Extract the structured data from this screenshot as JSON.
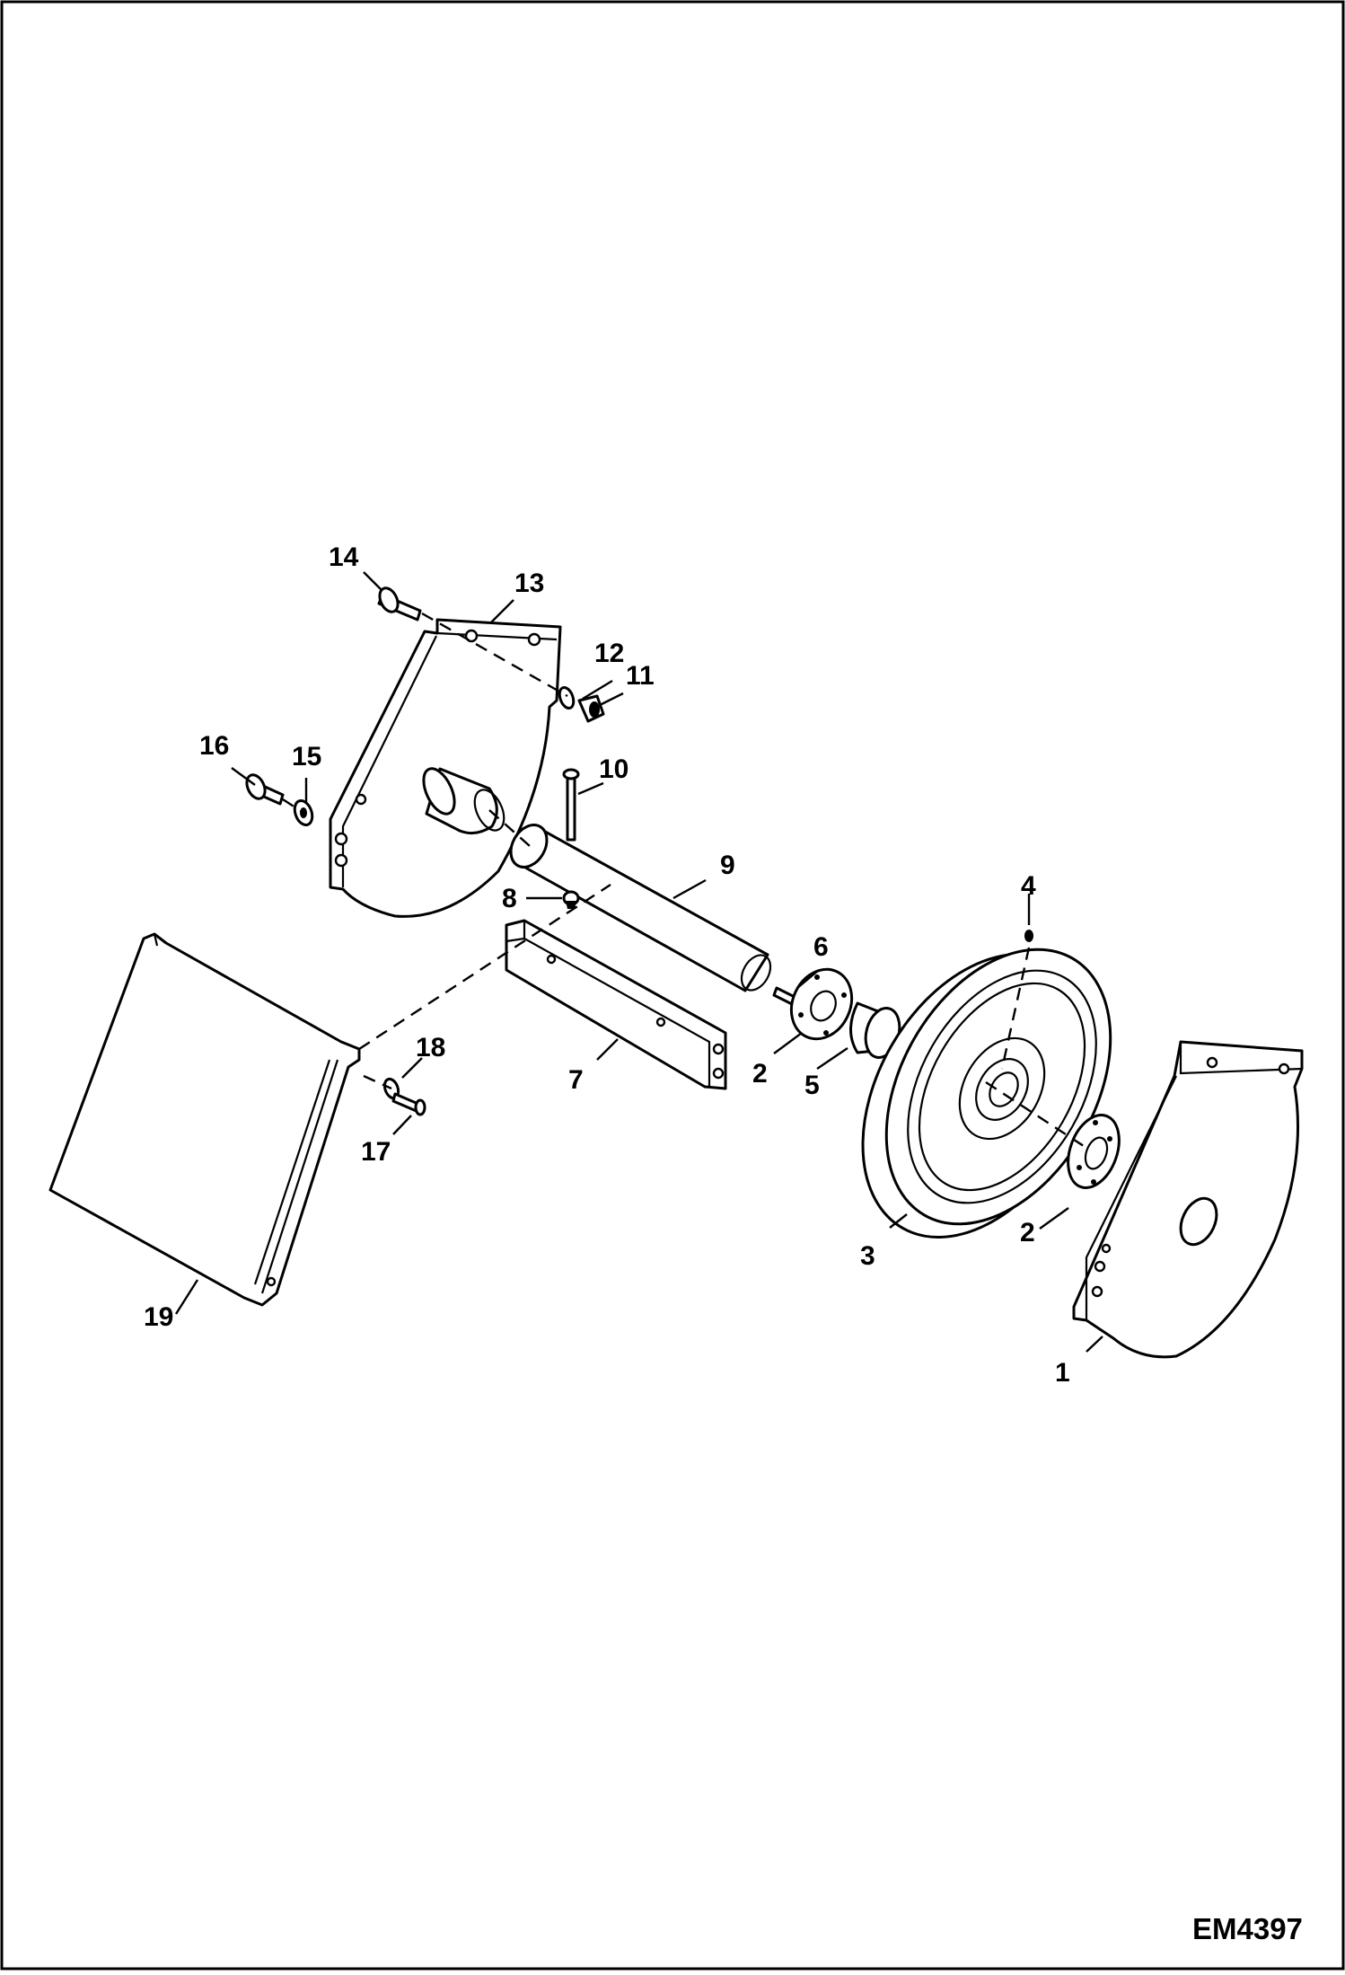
{
  "drawing_code": "EM4397",
  "labels": {
    "p1": "1",
    "p2a": "2",
    "p2b": "2",
    "p3": "3",
    "p4": "4",
    "p5": "5",
    "p6": "6",
    "p7": "7",
    "p8": "8",
    "p9": "9",
    "p10": "10",
    "p11": "11",
    "p12": "12",
    "p13": "13",
    "p14": "14",
    "p15": "15",
    "p16": "16",
    "p17": "17",
    "p18": "18",
    "p19": "19"
  }
}
